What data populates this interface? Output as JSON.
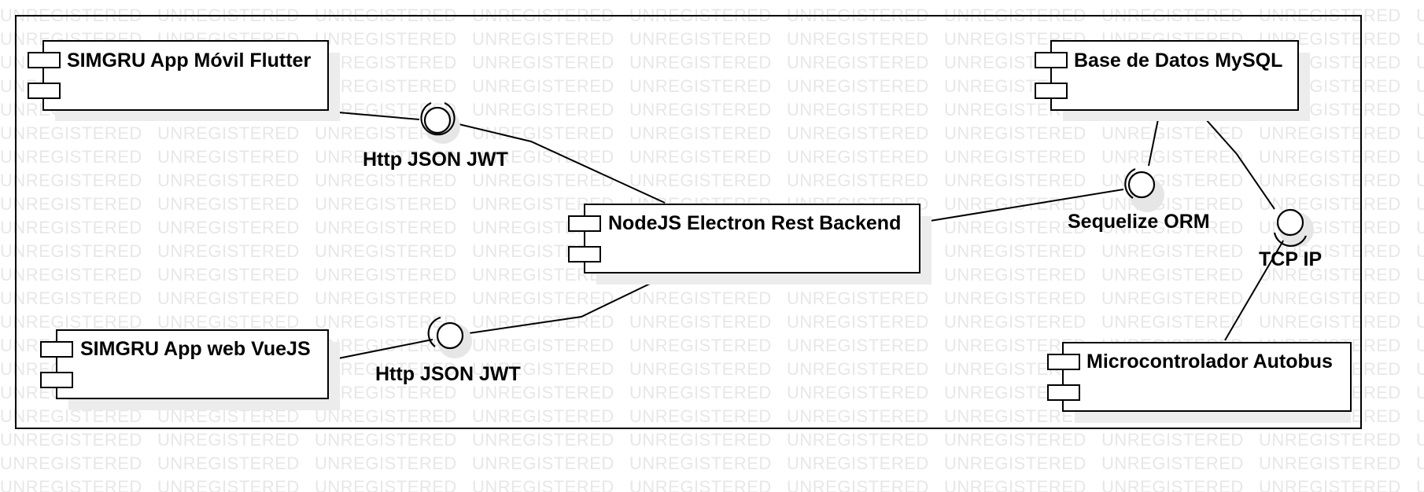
{
  "watermark": {
    "word": "UNREGISTERED"
  },
  "components": [
    {
      "id": "flutter",
      "label": "SIMGRU App Móvil Flutter"
    },
    {
      "id": "mysql",
      "label": "Base de Datos MySQL"
    },
    {
      "id": "backend",
      "label": "NodeJS Electron Rest Backend"
    },
    {
      "id": "vue",
      "label": "SIMGRU App web VueJS"
    },
    {
      "id": "micro",
      "label": "Microcontrolador Autobus"
    }
  ],
  "interfaces": [
    {
      "id": "http-top",
      "label": "Http JSON JWT"
    },
    {
      "id": "http-bottom",
      "label": "Http JSON JWT"
    },
    {
      "id": "orm",
      "label": "Sequelize ORM"
    },
    {
      "id": "tcp",
      "label": "TCP IP"
    }
  ],
  "connections": [
    {
      "from": "flutter",
      "via": "http-top",
      "to": "backend"
    },
    {
      "from": "vue",
      "via": "http-bottom",
      "to": "backend"
    },
    {
      "from": "backend",
      "via": "orm",
      "to": "mysql"
    },
    {
      "from": "mysql",
      "via": "tcp",
      "to": "micro"
    }
  ]
}
